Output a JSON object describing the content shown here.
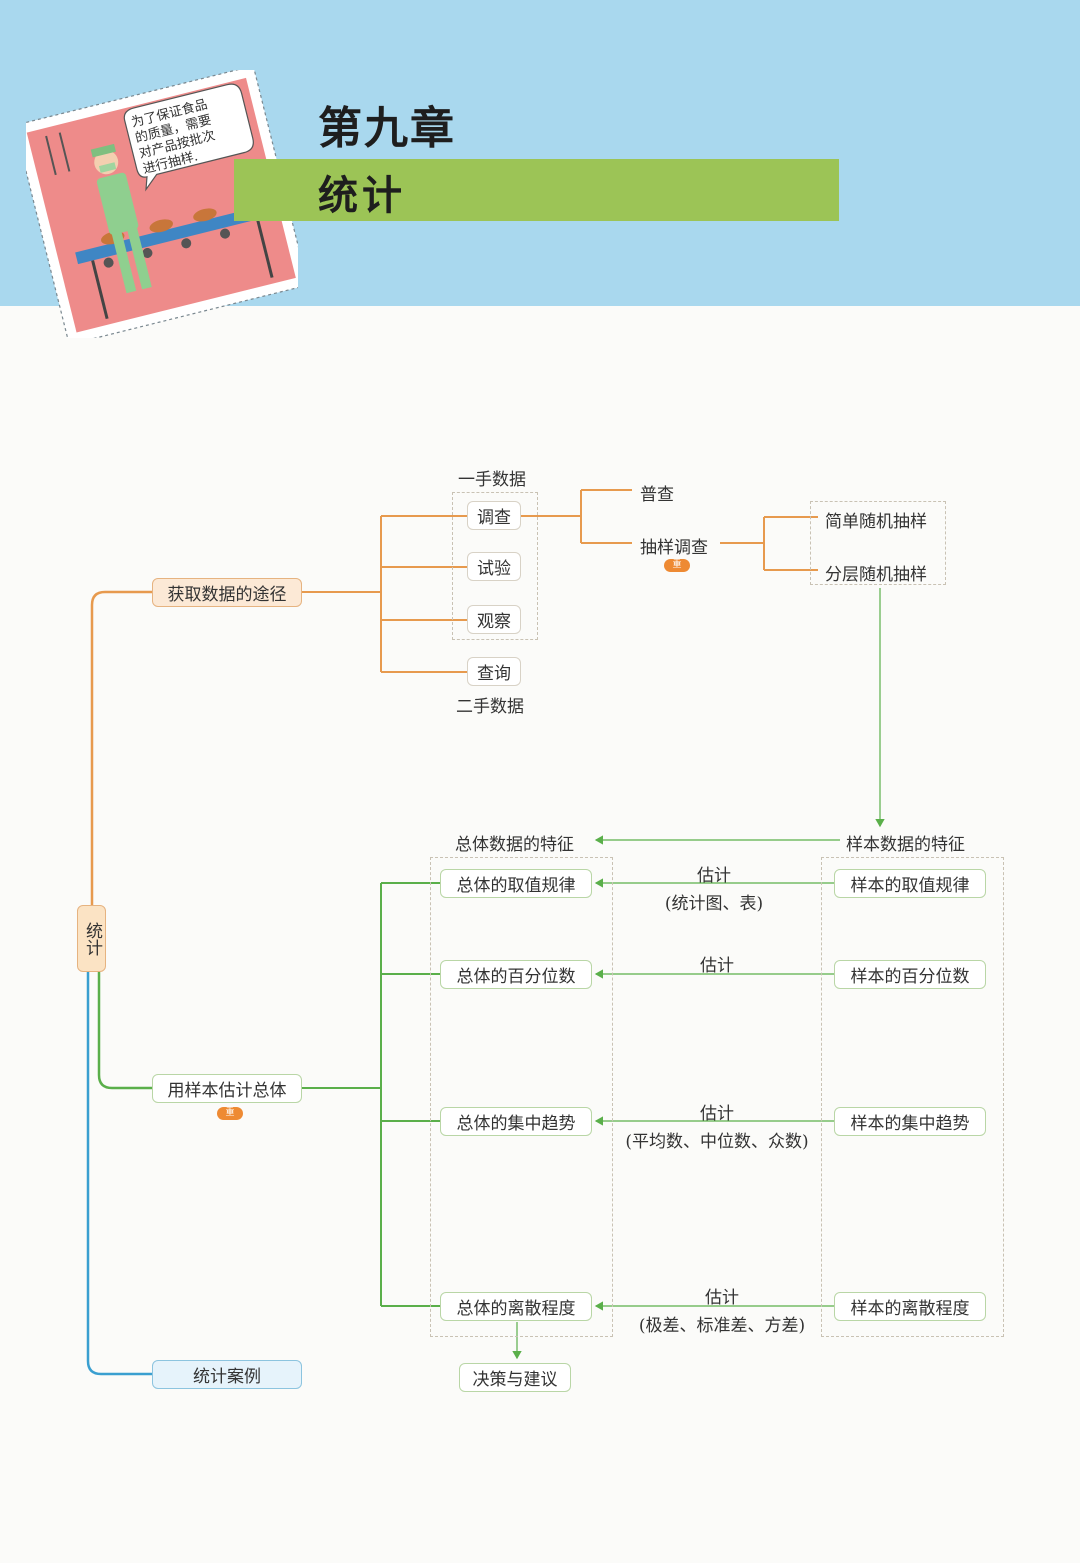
{
  "header": {
    "chapter": "第九章",
    "title": "统计",
    "speech": [
      "为了保证食品",
      "的质量，需要",
      "对产品按批次",
      "进行抽样."
    ]
  },
  "colors": {
    "banner": "#a9d8ee",
    "title_bar": "#9cc456",
    "orange": "#e79a4e",
    "green": "#5aaf4a",
    "blue": "#3a9fd0"
  },
  "map": {
    "root": "统计",
    "branch1": {
      "label": "获取数据的途径",
      "first_hand": "一手数据",
      "second_hand": "二手数据",
      "methods": [
        "调查",
        "试验",
        "观察",
        "查询"
      ],
      "survey": {
        "census": "普查",
        "sampling": "抽样调查",
        "badge": "重"
      },
      "sampling_methods": [
        "简单随机抽样",
        "分层随机抽样"
      ]
    },
    "branch2": {
      "label": "用样本估计总体",
      "badge": "重",
      "population_header": "总体数据的特征",
      "sample_header": "样本数据的特征",
      "population": [
        "总体的取值规律",
        "总体的百分位数",
        "总体的集中趋势",
        "总体的离散程度"
      ],
      "sample": [
        "样本的取值规律",
        "样本的百分位数",
        "样本的集中趋势",
        "样本的离散程度"
      ],
      "estimate": [
        "估计",
        "估计",
        "估计",
        "估计"
      ],
      "estimate_notes": [
        "(统计图、表)",
        "",
        "(平均数、中位数、众数)",
        "(极差、标准差、方差)"
      ],
      "decision": "决策与建议"
    },
    "branch3": {
      "label": "统计案例"
    }
  }
}
